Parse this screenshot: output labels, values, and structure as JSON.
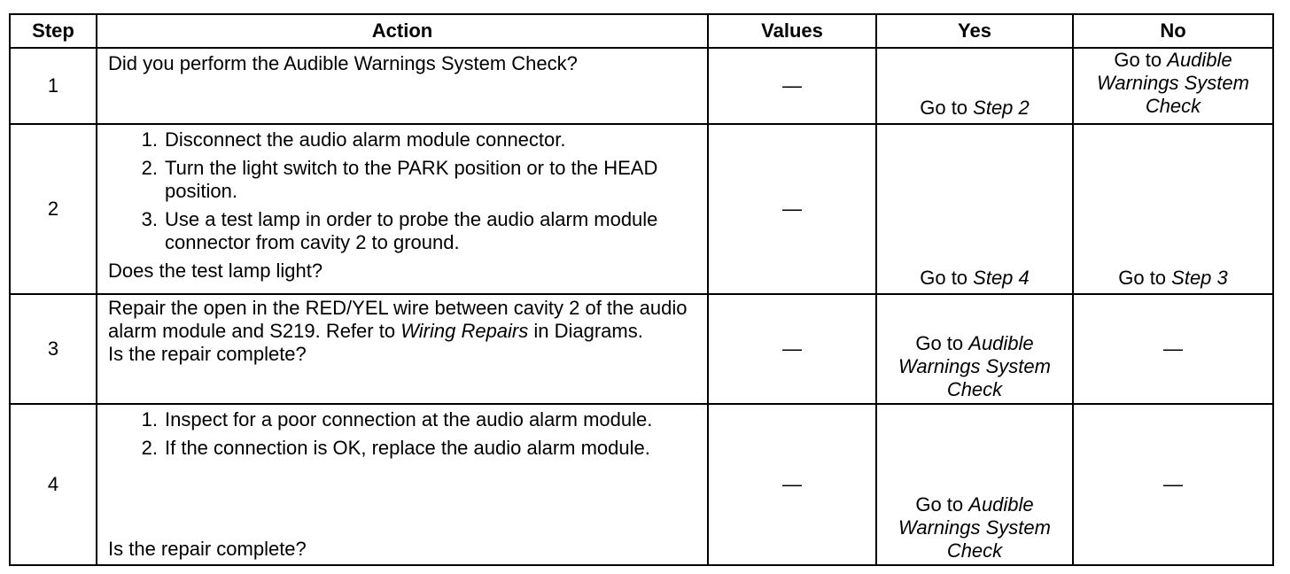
{
  "headers": {
    "step": "Step",
    "action": "Action",
    "values": "Values",
    "yes": "Yes",
    "no": "No"
  },
  "rows": [
    {
      "step": "1",
      "action_intro": "Did you perform the Audible Warnings System Check?",
      "values": "—",
      "yes_prefix": "Go to ",
      "yes_ref": "Step 2",
      "no_prefix": "Go to ",
      "no_ref": "Audible Warnings System Check"
    },
    {
      "step": "2",
      "items": [
        {
          "num": "1.",
          "text": "Disconnect the audio alarm module connector."
        },
        {
          "num": "2.",
          "text": "Turn the light switch to the PARK position or to the HEAD position."
        },
        {
          "num": "3.",
          "text": "Use a test lamp in order to probe the audio alarm module connector from cavity 2 to ground."
        }
      ],
      "question": "Does the test lamp light?",
      "values": "—",
      "yes_prefix": "Go to ",
      "yes_ref": "Step 4",
      "no_prefix": "Go to ",
      "no_ref": "Step 3"
    },
    {
      "step": "3",
      "action_text_a": "Repair the open in the RED/YEL wire between cavity 2 of the audio alarm module and S219. Refer to ",
      "action_ref": "Wiring Repairs",
      "action_text_b": " in Diagrams.",
      "question": "Is the repair complete?",
      "values": "—",
      "yes_prefix": "Go to ",
      "yes_ref": "Audible Warnings System Check",
      "no": "—"
    },
    {
      "step": "4",
      "items": [
        {
          "num": "1.",
          "text": "Inspect for a poor connection at the audio alarm module."
        },
        {
          "num": "2.",
          "text": "If the connection is OK, replace the audio alarm module."
        }
      ],
      "question": "Is the repair complete?",
      "values": "—",
      "yes_prefix": "Go to ",
      "yes_ref": "Audible Warnings System Check",
      "no": "—"
    }
  ]
}
